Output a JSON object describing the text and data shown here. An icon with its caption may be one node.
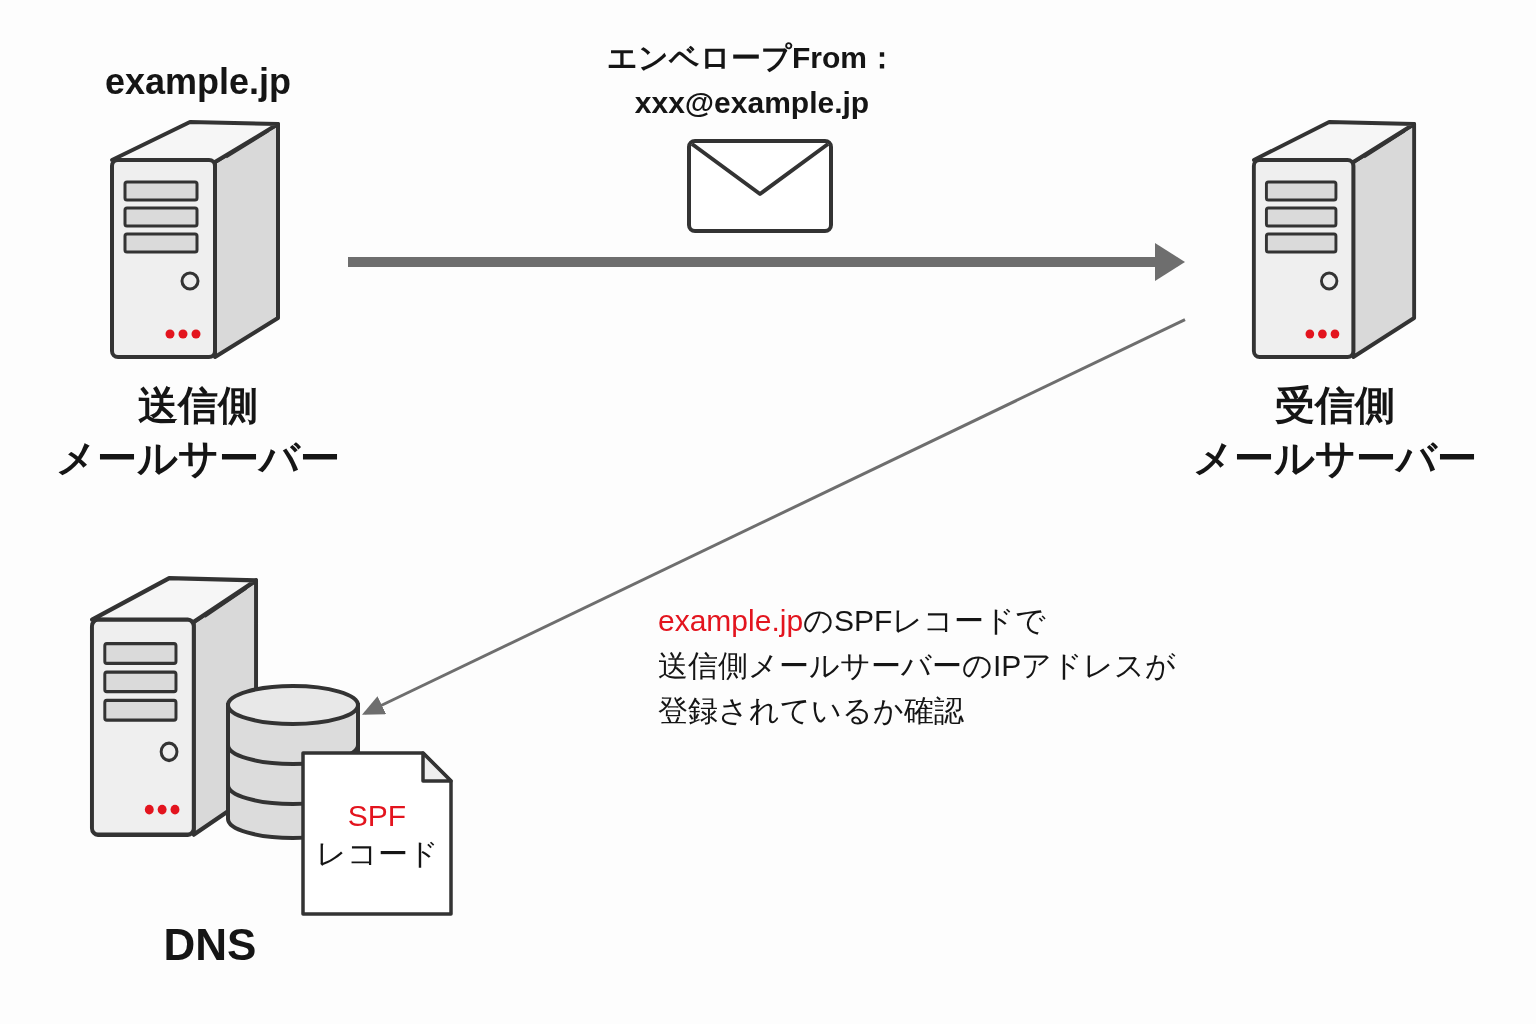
{
  "diagram": {
    "nodes": [
      {
        "text": [
          "example.jp",
          "送信側メールサーバー"
        ]
      },
      {
        "text": [
          "受信側メールサーバー"
        ]
      },
      {
        "text": [
          "DNS"
        ]
      },
      {
        "text": [
          "SPFレコード"
        ]
      }
    ],
    "edges": [
      {
        "from": 0,
        "to": 1,
        "arrow": "to",
        "label": "エンベロープFrom：xxx@example.jp",
        "style": "thick"
      },
      {
        "from": 1,
        "to": 2,
        "arrow": "to",
        "label": "example.jpのSPFレコードで送信側メールサーバーのIPアドレスが登録されているか確認"
      }
    ]
  }
}
